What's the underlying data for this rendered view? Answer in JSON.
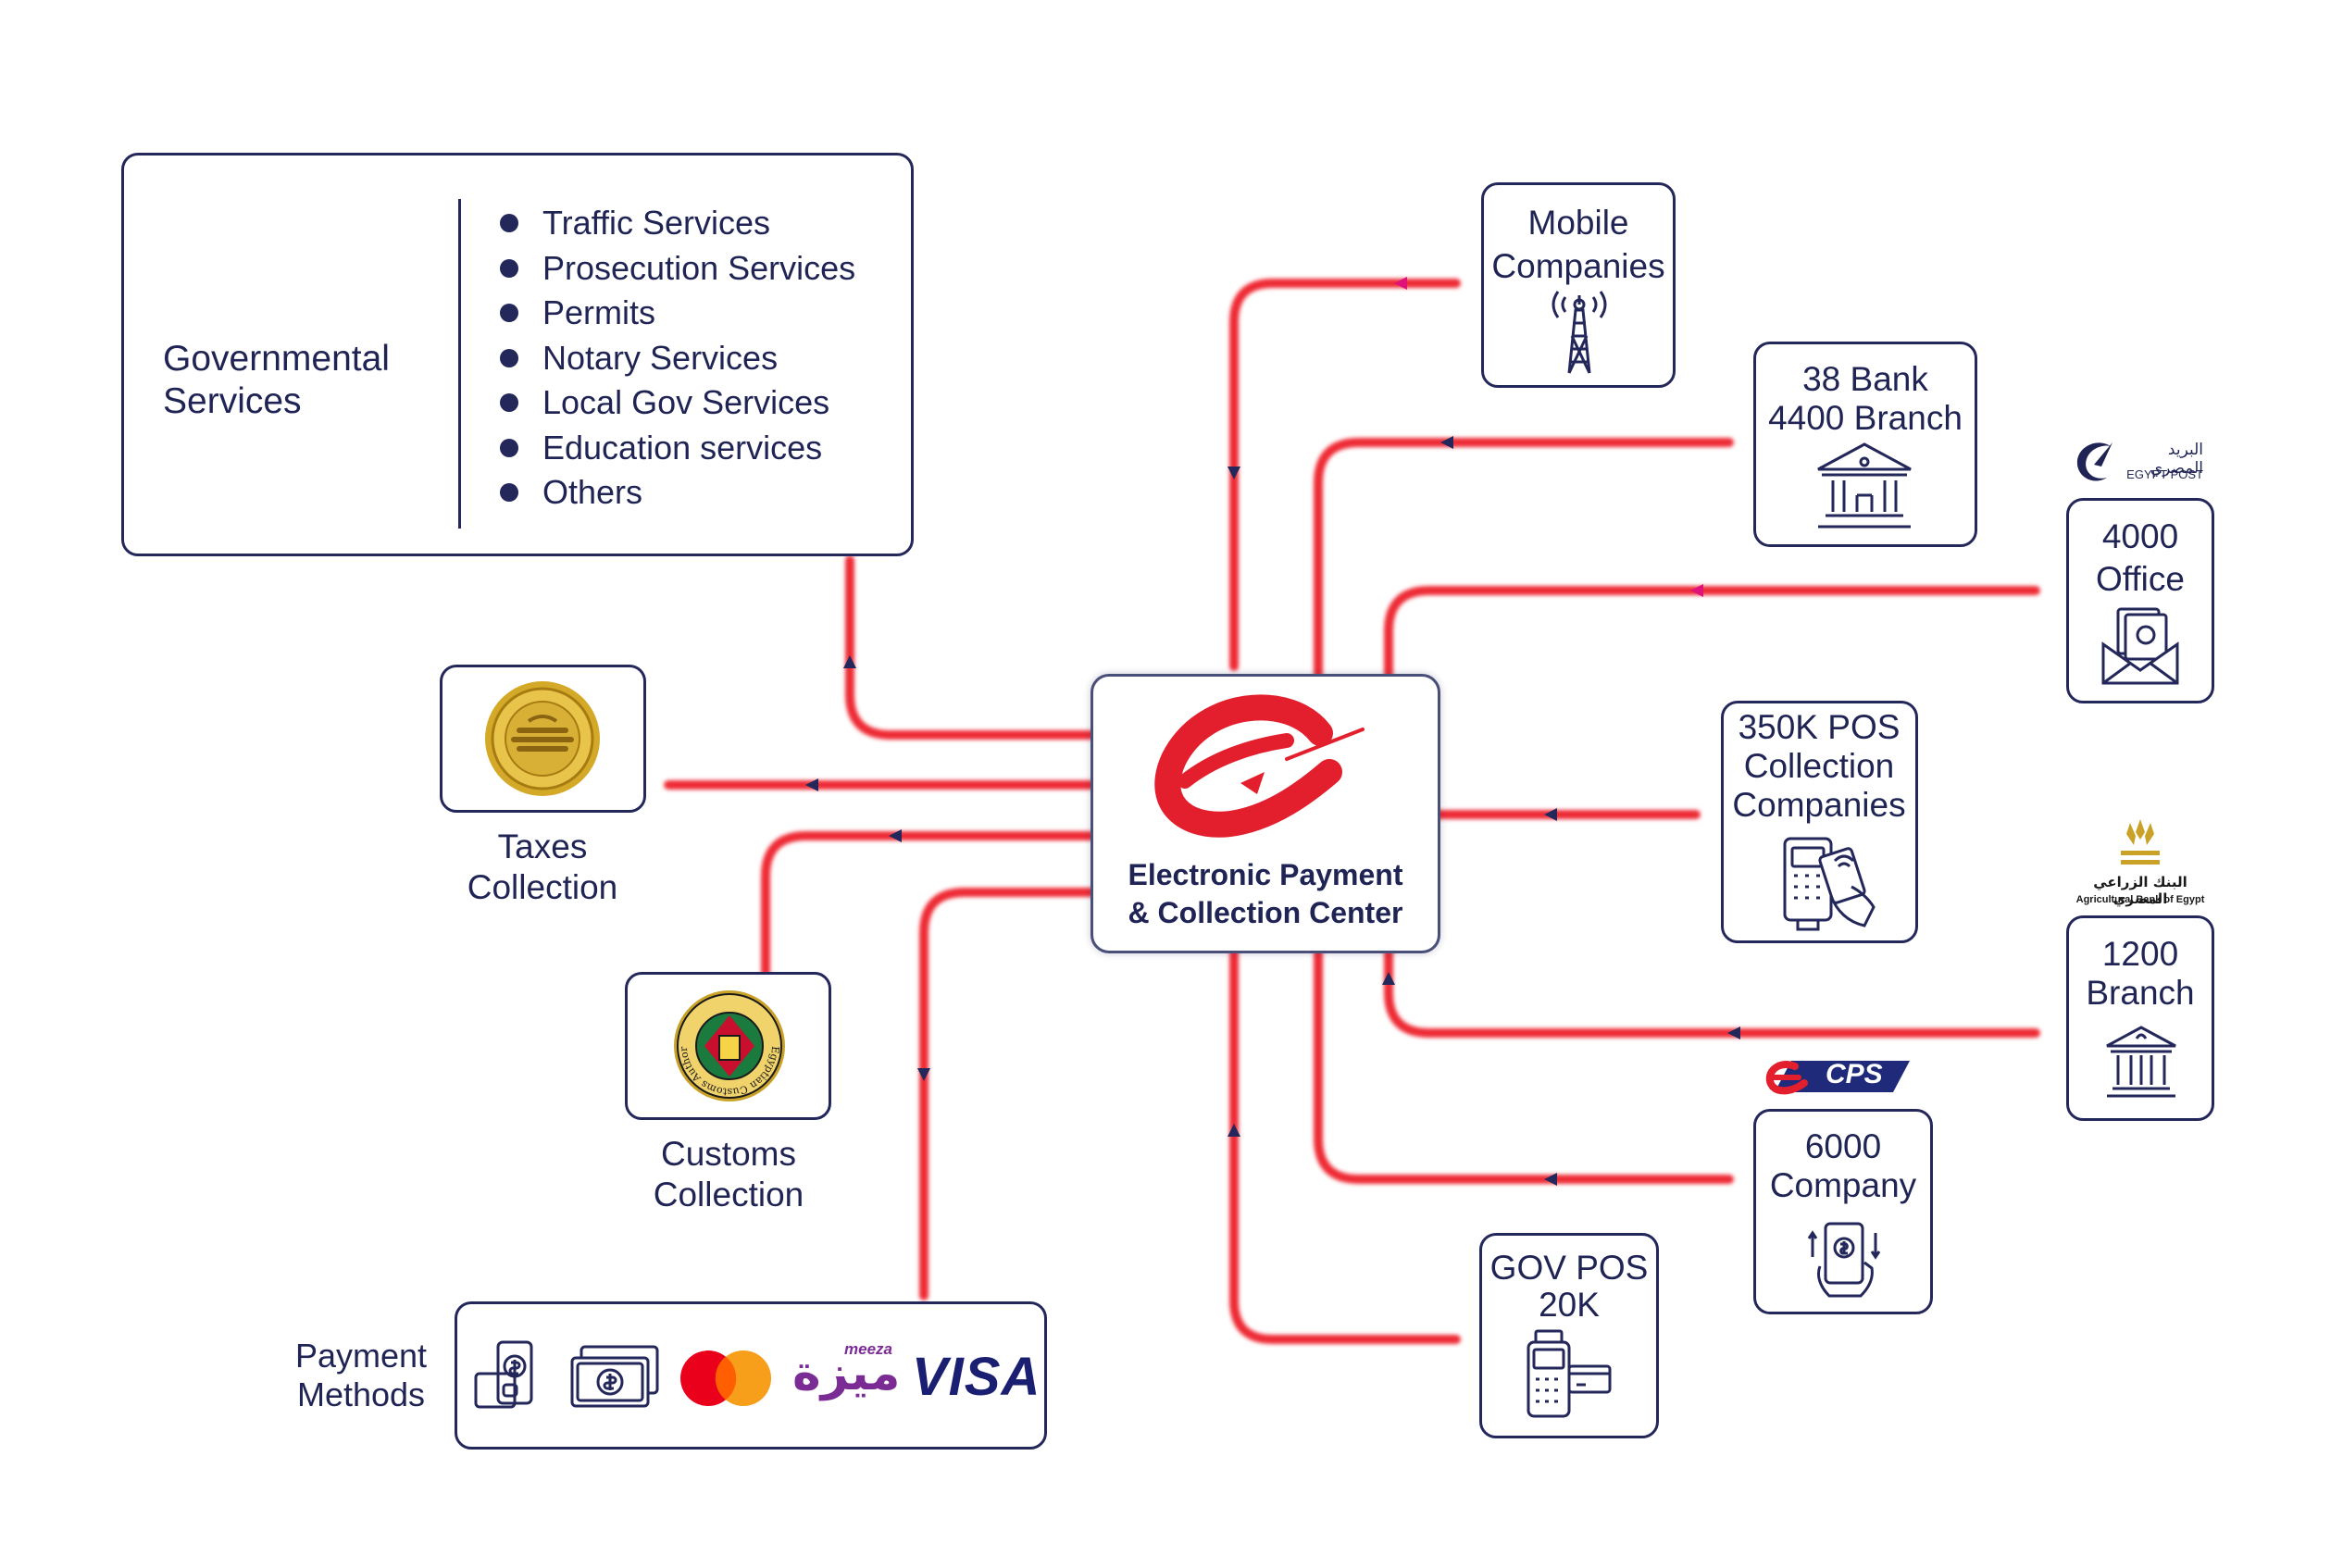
{
  "colors": {
    "line": "#ee2b36",
    "ink": "#23275a",
    "accent_pink": "#e0127a",
    "gold": "#c9a227",
    "purple": "#7a2b94",
    "visa": "#1a1f71"
  },
  "governmental": {
    "title_line1": "Governmental",
    "title_line2": "Services",
    "items": [
      "Traffic Services",
      "Prosecution Services",
      "Permits",
      "Notary Services",
      "Local Gov Services",
      "Education services",
      "Others"
    ]
  },
  "center": {
    "line1": "Electronic Payment",
    "line2": "& Collection Center",
    "logo_icon": "e-logo-icon"
  },
  "taxes": {
    "line1": "Taxes",
    "line2": "Collection",
    "seal_icon": "tax-authority-seal-icon"
  },
  "customs": {
    "line1": "Customs",
    "line2": "Collection",
    "seal_icon": "customs-authority-seal-icon",
    "seal_text": "Egyptian Customs Authority"
  },
  "payment": {
    "line1": "Payment",
    "line2": "Methods",
    "meeza_en": "meeza",
    "meeza_ar": "ميزة",
    "visa": "VISA"
  },
  "mobile": {
    "line1": "Mobile",
    "line2": "Companies",
    "icon": "cell-tower-icon"
  },
  "bank": {
    "line1": "38 Bank",
    "line2": "4400 Branch",
    "icon": "bank-building-icon"
  },
  "post": {
    "line1": "4000",
    "line2": "Office",
    "icon": "envelope-money-icon",
    "logo_ar": "البريد المصري",
    "logo_en": "EGYPT POST"
  },
  "pos": {
    "line1": "350K POS",
    "line2": "Collection",
    "line3": "Companies",
    "icon": "pos-terminal-hand-icon"
  },
  "agri": {
    "line1": "1200",
    "line2": "Branch",
    "icon": "bank-columns-icon",
    "logo_ar": "البنك الزراعي المصري",
    "logo_en": "Agricultural Bank of Egypt"
  },
  "cps": {
    "line1": "6000",
    "line2": "Company",
    "icon": "phone-payment-hand-icon",
    "logo_text": "CPS"
  },
  "govpos": {
    "line1": "GOV POS",
    "line2": "20K",
    "icon": "pos-card-icon"
  }
}
